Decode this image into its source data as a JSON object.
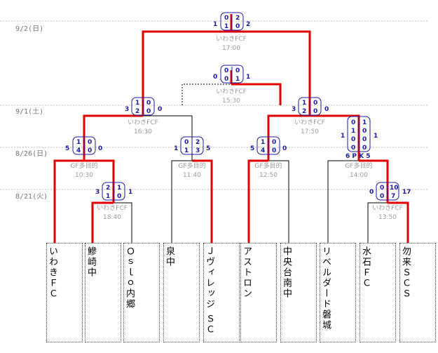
{
  "dates": [
    "9/2(日)",
    "9/1(土)",
    "8/26(日)",
    "8/21(火)"
  ],
  "teams": [
    "いわきＦＣ",
    "鰺崎中",
    "Ｏｓｌｏ内郷",
    "泉中",
    "Ｊヴィレッジ ＳＣ",
    "アストロン",
    "中央台南中",
    "リベルダード磐城",
    "水石ＦＣ",
    "勿来ＳＣＳ"
  ],
  "matches": {
    "r1a": {
      "venue": "いわきFCF",
      "time": "18:40",
      "left_total": "3",
      "right_total": "1",
      "left_halves": [
        "2",
        "1"
      ],
      "right_halves": [
        "1",
        "0"
      ]
    },
    "r1b": {
      "venue": "いわきFCF",
      "time": "13:50",
      "left_total": "0",
      "right_total": "17",
      "left_halves": [
        "0",
        "0"
      ],
      "right_halves": [
        "10",
        "7"
      ]
    },
    "r2a": {
      "venue": "GF多目的",
      "time": "10:30",
      "left_total": "5",
      "right_total": "0",
      "left_halves": [
        "1",
        "4"
      ],
      "right_halves": [
        "0",
        "0"
      ]
    },
    "r2b": {
      "venue": "GF多目的",
      "time": "11:40",
      "left_total": "1",
      "right_total": "5",
      "left_halves": [
        "0",
        "1"
      ],
      "right_halves": [
        "2",
        "3"
      ]
    },
    "r2c": {
      "venue": "GF多目的",
      "time": "12:50",
      "left_total": "5",
      "right_total": "0",
      "left_halves": [
        "1",
        "4"
      ],
      "right_halves": [
        "0",
        "0"
      ]
    },
    "r2d": {
      "venue": "GF多目的",
      "time": "14:00",
      "left_total": "1",
      "right_total": "1",
      "left_halves": [
        "0",
        "1",
        "0",
        "0"
      ],
      "right_halves": [
        "1",
        "0",
        "0",
        "0"
      ],
      "pk": "6 P K 5"
    },
    "sfa": {
      "venue": "いわきFCF",
      "time": "16:30",
      "left_total": "3",
      "right_total": "0",
      "left_halves": [
        "1",
        "2"
      ],
      "right_halves": [
        "0",
        "0"
      ]
    },
    "sfb": {
      "venue": "いわきFCF",
      "time": "17:50",
      "left_total": "3",
      "right_total": "0",
      "left_halves": [
        "1",
        "2"
      ],
      "right_halves": [
        "0",
        "0"
      ]
    },
    "third": {
      "venue": "いわきFCF",
      "time": "15:30",
      "left_total": "0",
      "right_total": "1",
      "left_halves": [
        "0",
        "0"
      ],
      "right_halves": [
        "0",
        "1"
      ]
    },
    "final": {
      "venue": "いわきFCF",
      "time": "17:00",
      "left_total": "1",
      "right_total": "2",
      "left_halves": [
        "0",
        "1"
      ],
      "right_halves": [
        "2",
        "0"
      ]
    }
  },
  "colors": {
    "win_line": "#e00000",
    "line": "#000000",
    "score": "#1a1aa0",
    "venue": "#9a9a9a",
    "date": "#777777"
  }
}
